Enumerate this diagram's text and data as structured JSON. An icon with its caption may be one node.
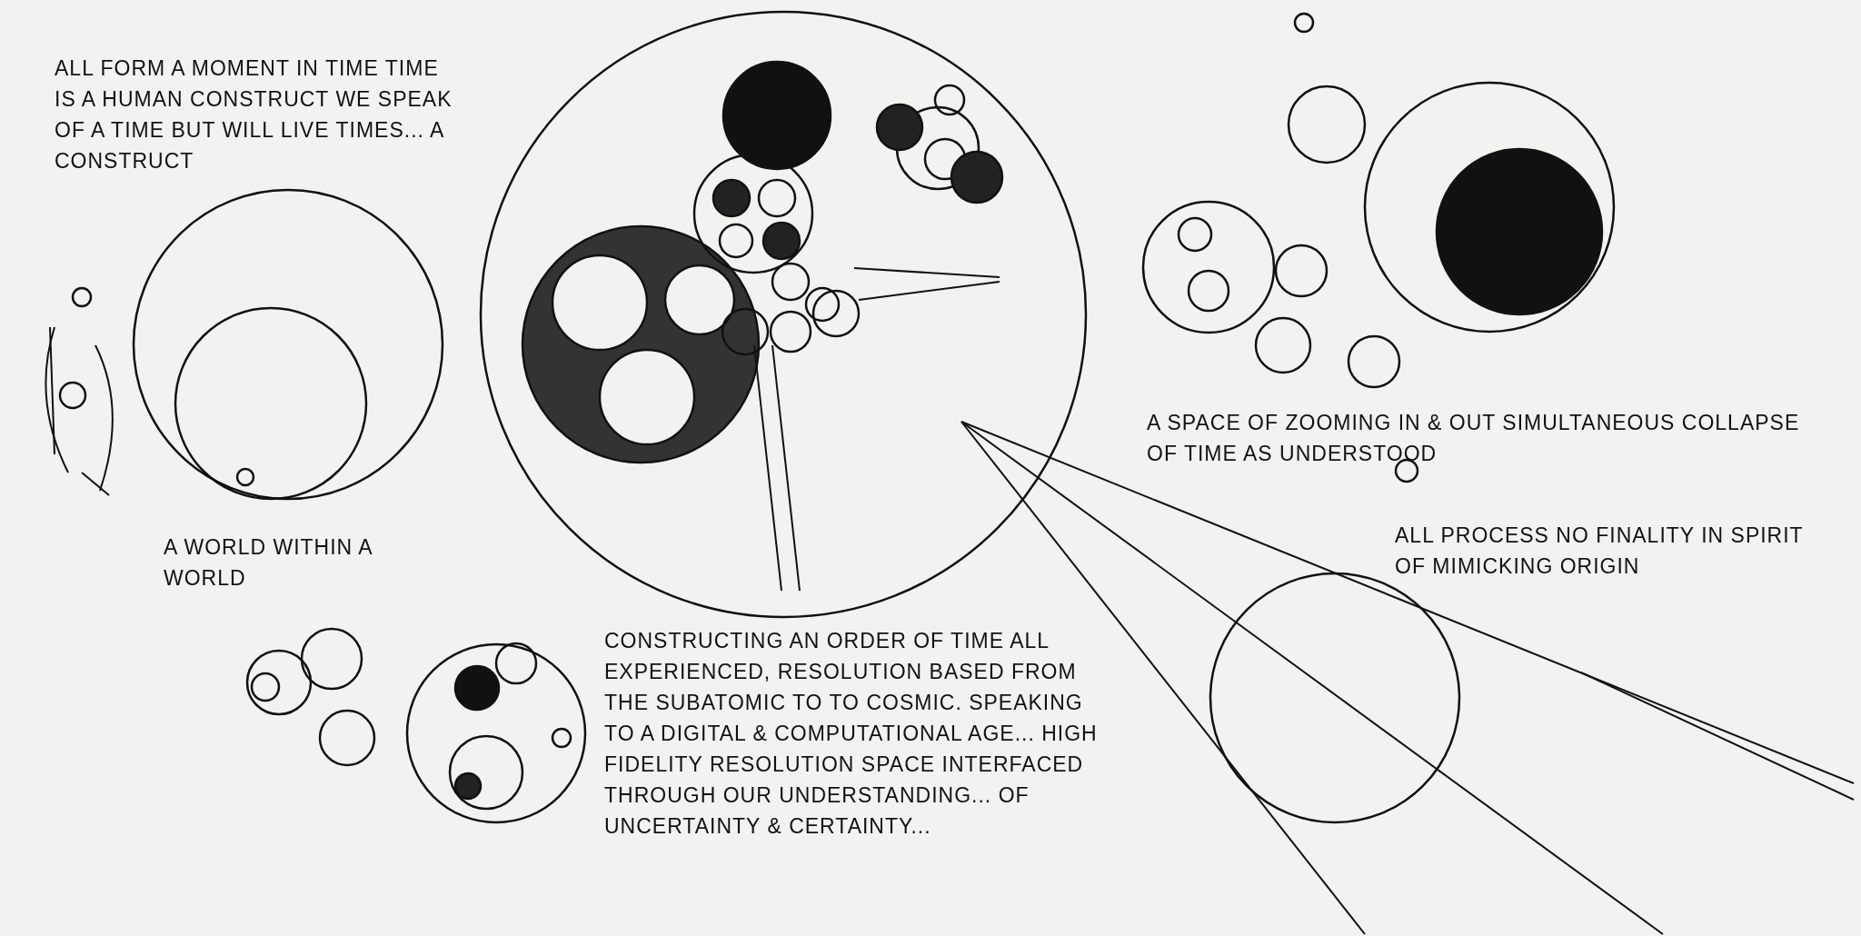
{
  "diagram": {
    "labels": [
      "ALL FORM A MOMENT IN TIME TIME IS A HUMAN CONSTRUCT WE SPEAK OF A TIME BUT WILL LIVE TIMES... A CONSTRUCT",
      "A WORLD WITHIN A WORLD",
      "CONSTRUCTING AN ORDER OF TIME ALL EXPERIENCED, RESOLUTION BASED FROM THE SUBATOMIC TO TO COSMIC. SPEAKING TO A DIGITAL & COMPUTATIONAL AGE... HIGH FIDELITY RESOLUTION SPACE INTERFACED THROUGH OUR UNDERSTANDING... OF UNCERTAINTY & CERTAINTY...",
      "A SPACE OF ZOOMING IN & OUT SIMULTANEOUS COLLAPSE OF TIME AS UNDERSTOOD",
      "ALL PROCESS NO FINALITY IN SPIRIT OF MIMICKING ORIGIN"
    ]
  }
}
